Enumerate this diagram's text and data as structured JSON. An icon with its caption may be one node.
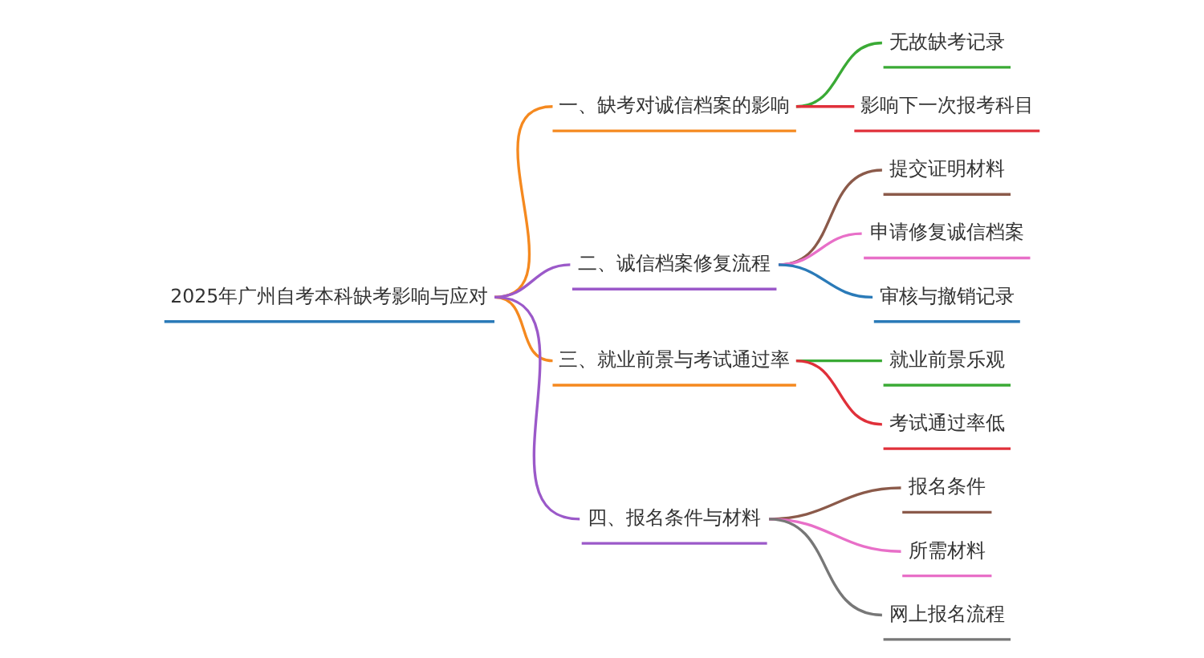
{
  "diagram": {
    "nodes": [
      {
        "text": [
          "2025年广州自考本科缺考影响与应对"
        ]
      },
      {
        "text": [
          "一、缺考对诚信档案的影响"
        ]
      },
      {
        "text": [
          "无故缺考记录"
        ]
      },
      {
        "text": [
          "影响下一次报考科目"
        ]
      },
      {
        "text": [
          "二、诚信档案修复流程"
        ]
      },
      {
        "text": [
          "提交证明材料"
        ]
      },
      {
        "text": [
          "申请修复诚信档案"
        ]
      },
      {
        "text": [
          "审核与撤销记录"
        ]
      },
      {
        "text": [
          "三、就业前景与考试通过率"
        ]
      },
      {
        "text": [
          "就业前景乐观"
        ]
      },
      {
        "text": [
          "考试通过率低"
        ]
      },
      {
        "text": [
          "四、报名条件与材料"
        ]
      },
      {
        "text": [
          "报名条件"
        ]
      },
      {
        "text": [
          "所需材料"
        ]
      },
      {
        "text": [
          "网上报名流程"
        ]
      }
    ],
    "edges": [
      {
        "from": 0,
        "to": 1,
        "arrow": "none",
        "color": "#f5891f"
      },
      {
        "from": 1,
        "to": 2,
        "arrow": "none",
        "color": "#3aaa35"
      },
      {
        "from": 1,
        "to": 3,
        "arrow": "none",
        "color": "#e0303a"
      },
      {
        "from": 0,
        "to": 4,
        "arrow": "none",
        "color": "#9b59c9"
      },
      {
        "from": 4,
        "to": 5,
        "arrow": "none",
        "color": "#8b5a4a"
      },
      {
        "from": 4,
        "to": 6,
        "arrow": "none",
        "color": "#e86fc8"
      },
      {
        "from": 4,
        "to": 7,
        "arrow": "none",
        "color": "#2a7ab8"
      },
      {
        "from": 0,
        "to": 8,
        "arrow": "none",
        "color": "#f5891f"
      },
      {
        "from": 8,
        "to": 9,
        "arrow": "none",
        "color": "#3aaa35"
      },
      {
        "from": 8,
        "to": 10,
        "arrow": "none",
        "color": "#e0303a"
      },
      {
        "from": 0,
        "to": 11,
        "arrow": "none",
        "color": "#9b59c9"
      },
      {
        "from": 11,
        "to": 12,
        "arrow": "none",
        "color": "#8b5a4a"
      },
      {
        "from": 11,
        "to": 13,
        "arrow": "none",
        "color": "#e86fc8"
      },
      {
        "from": 11,
        "to": 14,
        "arrow": "none",
        "color": "#777777"
      }
    ]
  }
}
